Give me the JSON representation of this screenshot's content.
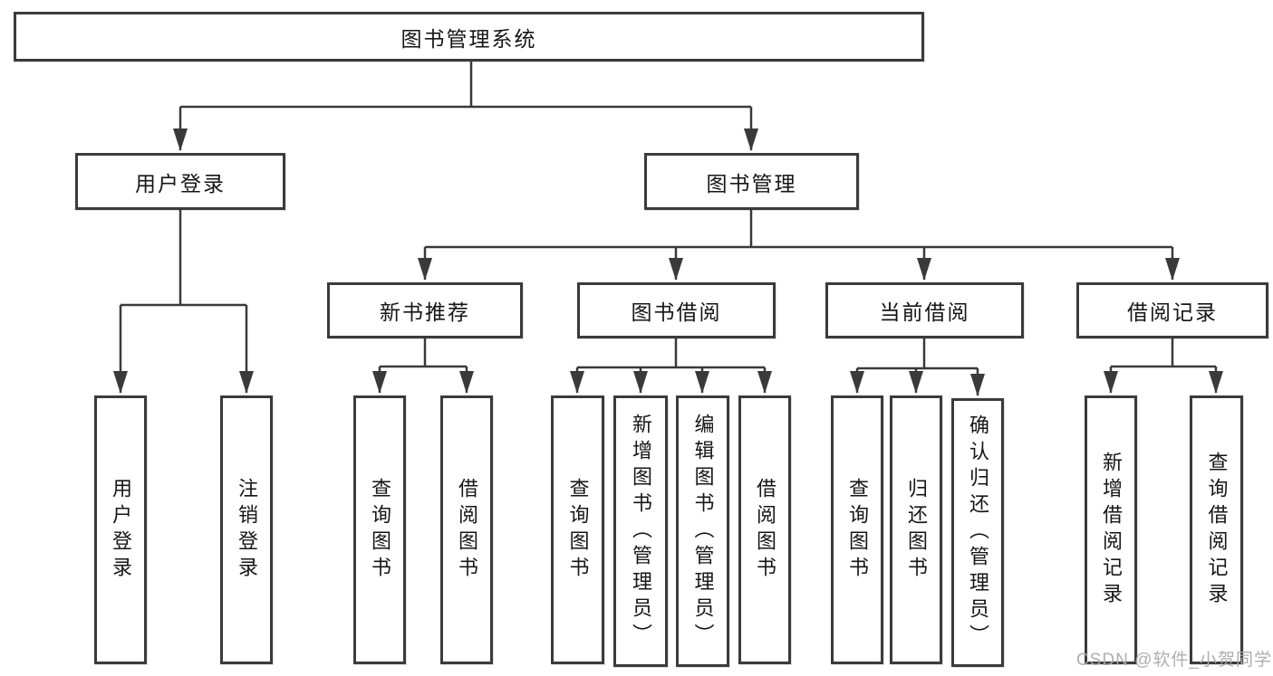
{
  "diagram_type": "hierarchy-tree",
  "colors": {
    "background": "#ffffff",
    "line": "#3a3a3a",
    "box_border": "#3b3b3b",
    "text": "#161616",
    "watermark": "#a8aaaf"
  },
  "watermark": {
    "text": "CSDN @软件_小贺同学"
  },
  "tree": {
    "root": {
      "label": "图书管理系统",
      "children": [
        {
          "label": "用户登录",
          "children": [
            {
              "label": "用户登录"
            },
            {
              "label": "注销登录"
            }
          ]
        },
        {
          "label": "图书管理",
          "children": [
            {
              "label": "新书推荐",
              "children": [
                {
                  "label": "查询图书"
                },
                {
                  "label": "借阅图书"
                }
              ]
            },
            {
              "label": "图书借阅",
              "children": [
                {
                  "label": "查询图书"
                },
                {
                  "label": "新增图书（管理员）"
                },
                {
                  "label": "编辑图书（管理员）"
                },
                {
                  "label": "借阅图书"
                }
              ]
            },
            {
              "label": "当前借阅",
              "children": [
                {
                  "label": "查询图书"
                },
                {
                  "label": "归还图书"
                },
                {
                  "label": "确认归还（管理员）"
                }
              ]
            },
            {
              "label": "借阅记录",
              "children": [
                {
                  "label": "新增借阅记录"
                },
                {
                  "label": "查询借阅记录"
                }
              ]
            }
          ]
        }
      ]
    }
  }
}
